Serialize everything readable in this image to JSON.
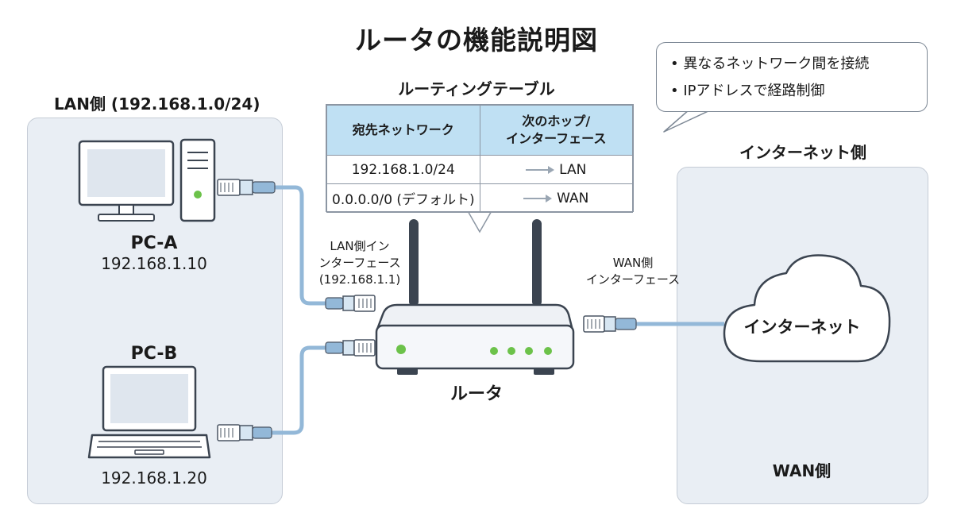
{
  "title": "ルータの機能説明図",
  "lan": {
    "region_label": "LAN側 (192.168.1.0/24)",
    "pc_a": {
      "name": "PC-A",
      "ip": "192.168.1.10"
    },
    "pc_b": {
      "name": "PC-B",
      "ip": "192.168.1.20"
    }
  },
  "routing_table": {
    "title": "ルーティングテーブル",
    "headers": [
      "宛先ネットワーク",
      "次のホップ/インターフェース"
    ],
    "rows": [
      {
        "destination": "192.168.1.0/24",
        "next_hop": "LAN"
      },
      {
        "destination": "0.0.0.0/0 (デフォルト)",
        "next_hop": "WAN"
      }
    ]
  },
  "bubble": {
    "items": [
      "• 異なるネットワーク間を接続",
      "• IPアドレスで経路制御"
    ]
  },
  "router": {
    "label": "ルータ"
  },
  "interfaces": {
    "lan_if": [
      "LAN側イン",
      "ンターフェース",
      "(192.168.1.1)"
    ],
    "wan_if": [
      "WAN側",
      "インターフェース"
    ]
  },
  "wan": {
    "region_label_top": "インターネット側",
    "region_label_bottom": "WAN側",
    "cloud_label": "インターネット"
  },
  "colors": {
    "panel": "#e9eef4",
    "table_header": "#bfe0f3",
    "cable": "#93b8d8",
    "led": "#6cc24a",
    "screen": "#dfe6ee"
  }
}
